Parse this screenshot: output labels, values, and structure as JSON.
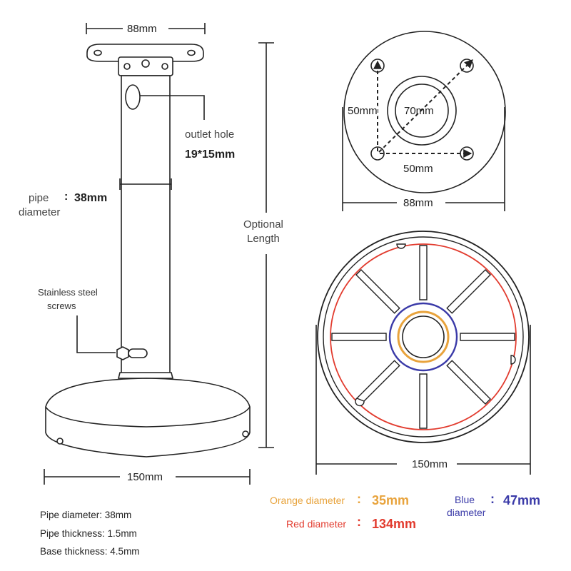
{
  "side_view": {
    "top_width": "88mm",
    "outlet_label": "outlet hole",
    "outlet_size": "19*15mm",
    "pipe_label_line1": "pipe",
    "pipe_label_line2": "diameter",
    "pipe_colon": ":",
    "pipe_value": "38mm",
    "screws_line1": "Stainless steel",
    "screws_line2": "screws",
    "length_line1": "Optional",
    "length_line2": "Length",
    "base_width": "150mm"
  },
  "top_flange": {
    "vertical_spacing": "50mm",
    "center_hole": "70mm",
    "horizontal_spacing": "50mm",
    "width": "88mm"
  },
  "base_bottom": {
    "width": "150mm"
  },
  "legend": {
    "orange_label": "Orange diameter",
    "orange_colon": ":",
    "orange_value": "35mm",
    "red_label": "Red diameter",
    "red_colon": ":",
    "red_value": "134mm",
    "blue_label_line1": "Blue",
    "blue_label_line2": "diameter",
    "blue_colon": ":",
    "blue_value": "47mm",
    "orange_color": "#e8a33c",
    "red_color": "#e23b2e",
    "blue_color": "#3a3aa8"
  },
  "specs": [
    "Pipe diameter: 38mm",
    "Pipe thickness: 1.5mm",
    "Base thickness: 4.5mm"
  ]
}
